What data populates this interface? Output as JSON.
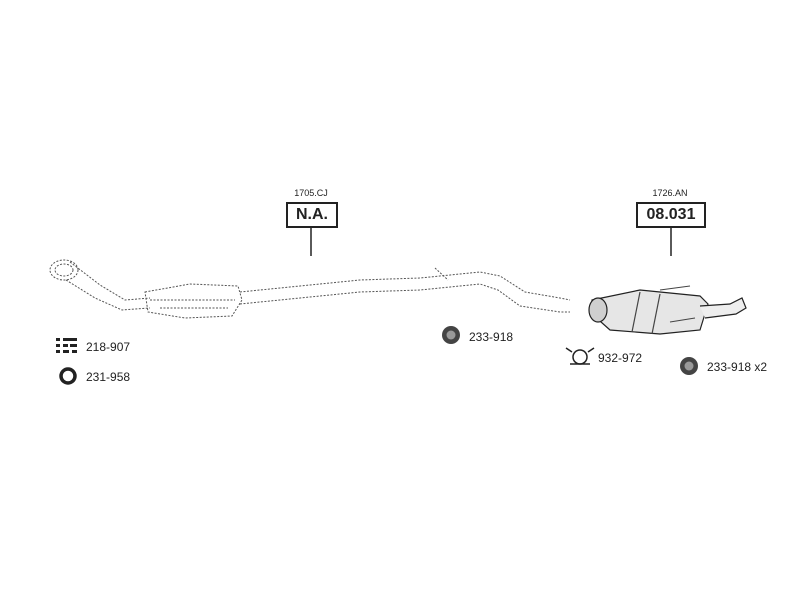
{
  "parts": {
    "front_section": {
      "ref": "1705.CJ",
      "code": "N.A."
    },
    "rear_muffler": {
      "ref": "1726.AN",
      "code": "08.031"
    }
  },
  "accessories": [
    {
      "code": "218-907",
      "icon": "clamp-kit-icon"
    },
    {
      "code": "231-958",
      "icon": "gasket-ring-icon"
    },
    {
      "code": "233-918",
      "icon": "rubber-mount-icon"
    },
    {
      "code": "932-972",
      "icon": "pipe-clamp-icon"
    },
    {
      "code": "233-918 x2",
      "icon": "rubber-mount-icon"
    }
  ]
}
